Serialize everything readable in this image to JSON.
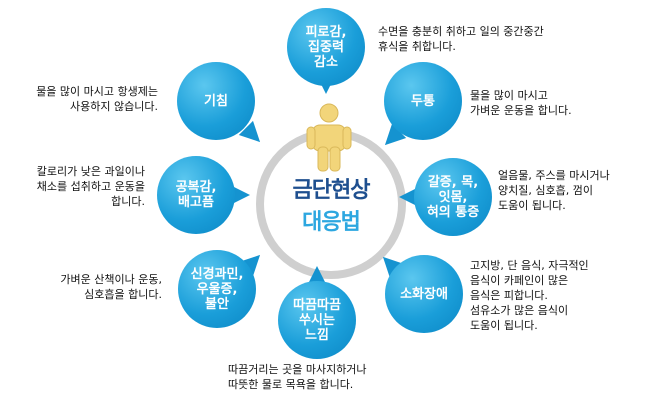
{
  "center": {
    "line1": "금단현상",
    "line2": "대응법"
  },
  "colors": {
    "bubble": "#1a9ed9",
    "title_dark": "#1e4f8f",
    "title_light": "#2da7e0",
    "ring": "#cfcfcf",
    "person": "#f2d57a"
  },
  "symptoms": [
    {
      "label": "피로감,\n집중력\n감소",
      "description": "수면을 충분히 취하고 일의 중간중간\n휴식을 취합니다."
    },
    {
      "label": "두통",
      "description": "물을 많이 마시고\n가벼운 운동을 합니다."
    },
    {
      "label": "갈증, 목,\n잇몸,\n혀의 통증",
      "description": "얼음물, 주스를 마시거나\n양치질, 심호흡, 껌이\n도움이 됩니다."
    },
    {
      "label": "소화장애",
      "description": "고지방, 단 음식, 자극적인\n음식이 카페인이 많은\n음식은 피합니다.\n섬유소가 많은 음식이\n도움이 됩니다."
    },
    {
      "label": "따끔따끔\n쑤시는\n느낌",
      "description": "따끔거리는 곳을 마사지하거나\n따뜻한 물로 목욕을 합니다."
    },
    {
      "label": "신경과민,\n우울증,\n불안",
      "description": "가벼운 산책이나 운동,\n심호흡을 합니다."
    },
    {
      "label": "공복감,\n배고픔",
      "description": "칼로리가 낮은 과일이나\n채소를 섭취하고 운동을\n합니다."
    },
    {
      "label": "기침",
      "description": "물을 많이 마시고 항생제는\n사용하지 않습니다."
    }
  ]
}
